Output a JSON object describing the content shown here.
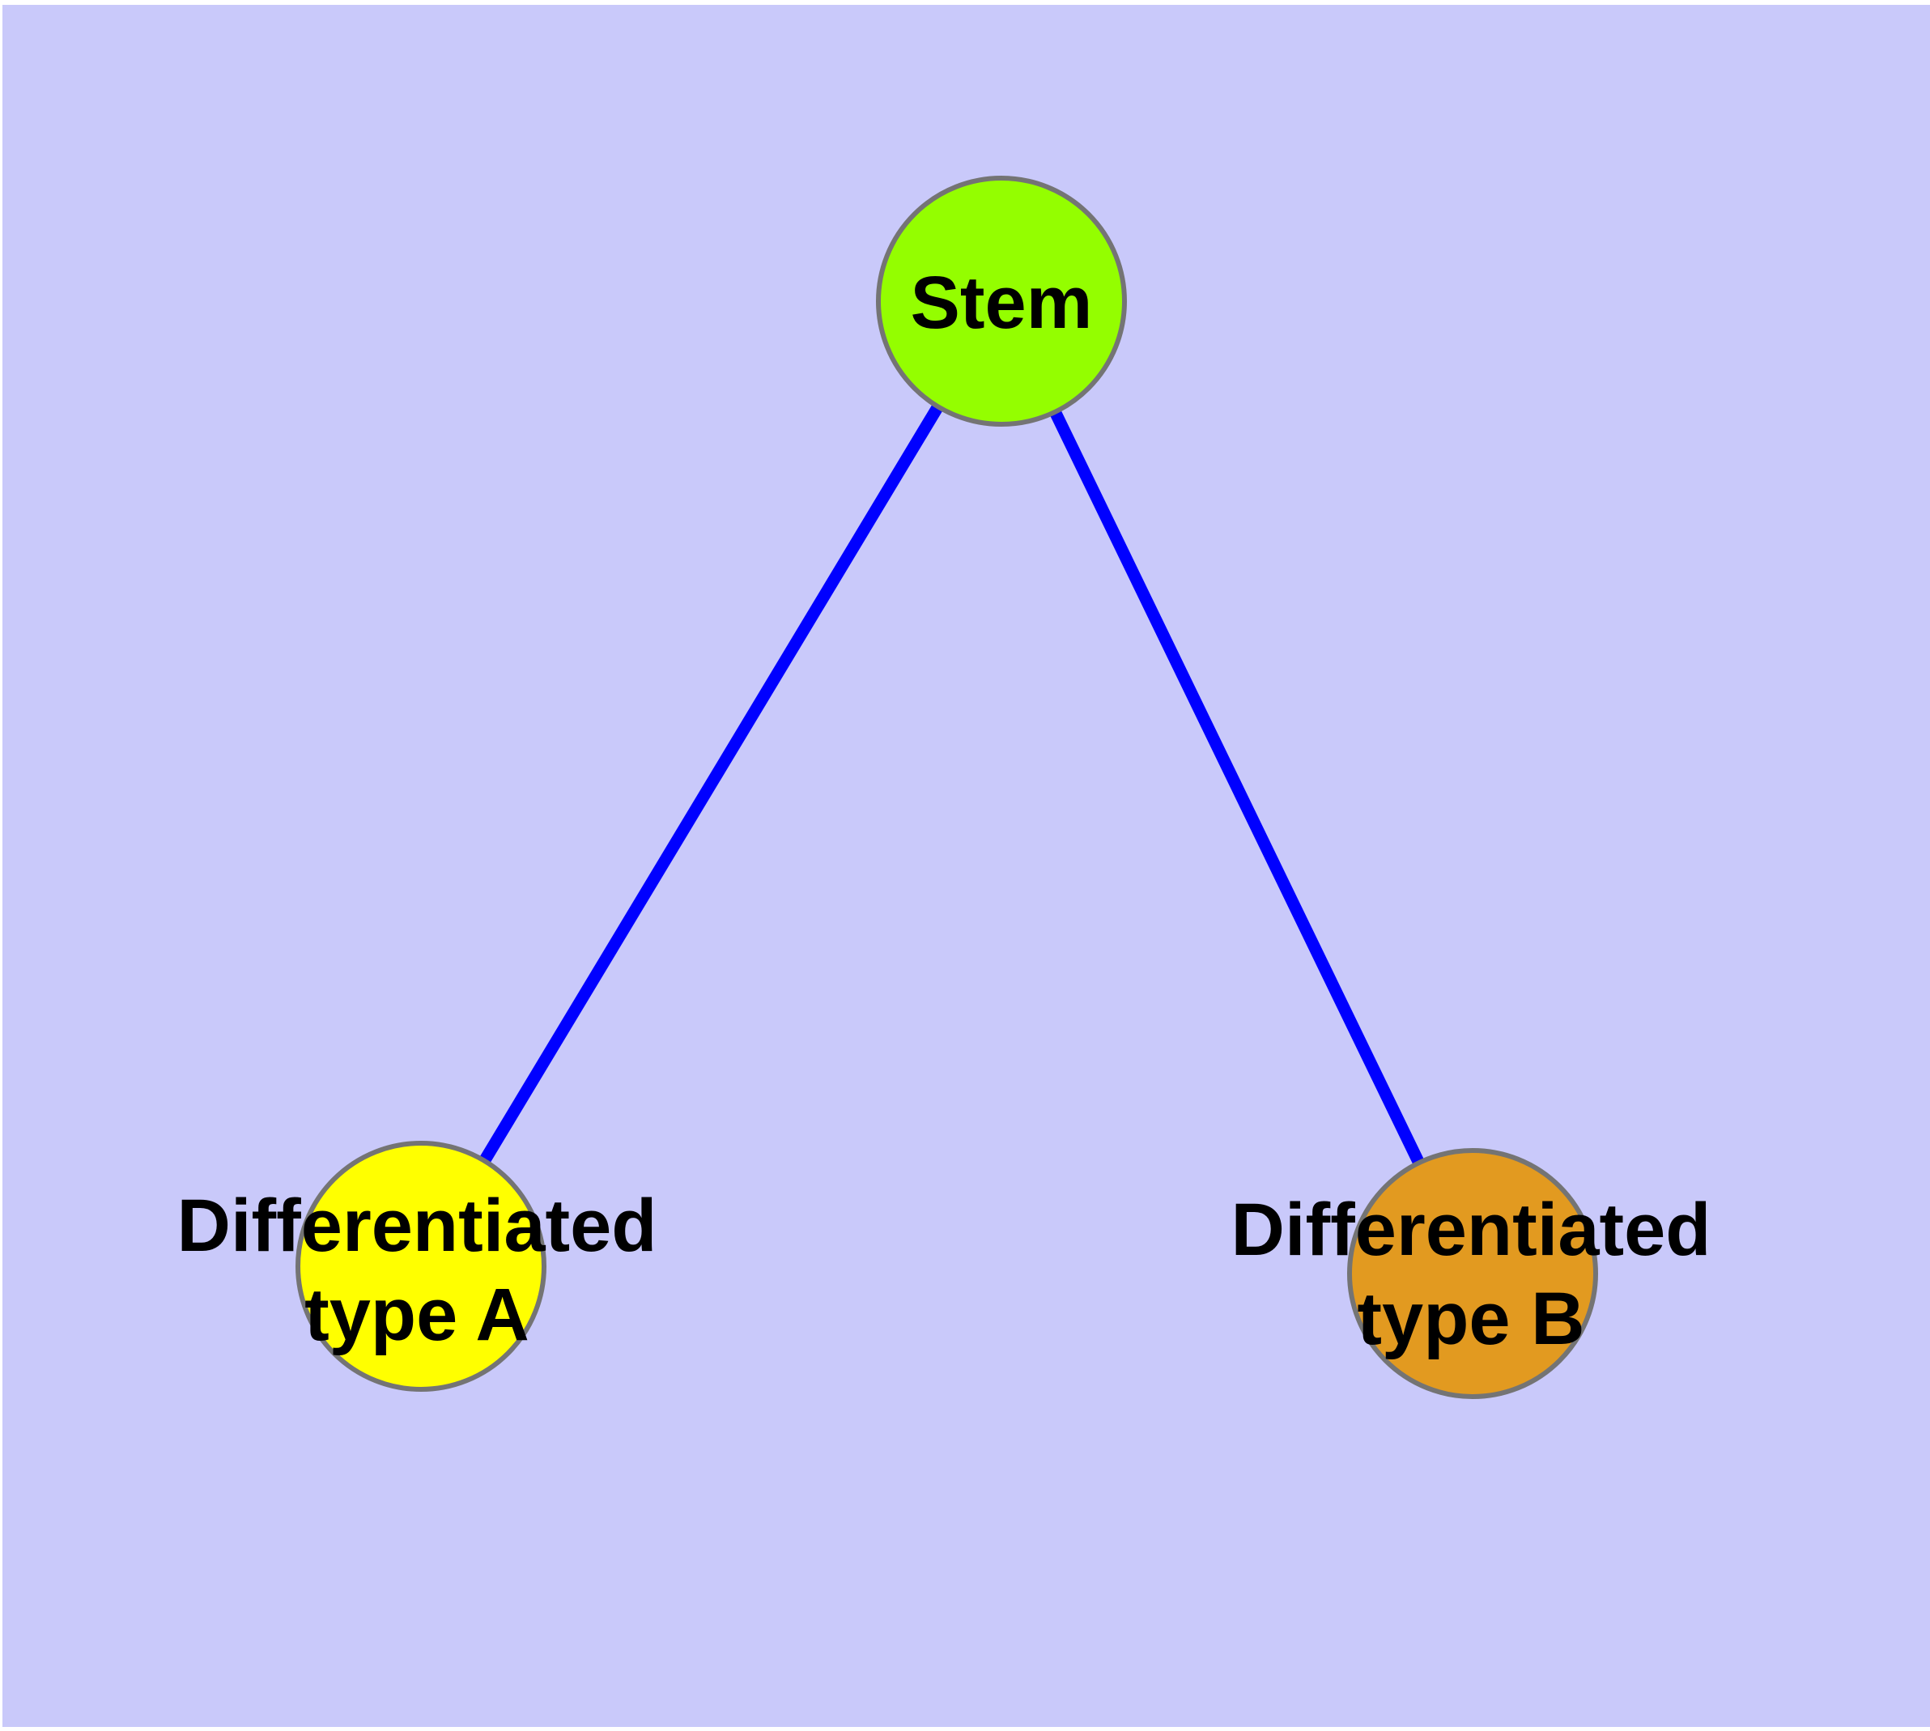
{
  "diagram": {
    "type": "graph",
    "page_background_color": "#FFFFFF",
    "background_color": "#C9C9FA",
    "edge_color": "#0000FF",
    "node_border_color": "#747474",
    "label_color": "#000000",
    "nodes": [
      {
        "id": "stem",
        "label": "Stem",
        "label_lines": [
          "Stem"
        ],
        "color": "#94FE00"
      },
      {
        "id": "differentiated-type-a",
        "label": "Differentiated type A",
        "label_lines": [
          "Differentiated",
          "type A"
        ],
        "color": "#FFFF00"
      },
      {
        "id": "differentiated-type-b",
        "label": "Differentiated type B",
        "label_lines": [
          "Differentiated",
          "type B"
        ],
        "color": "#E29A20"
      }
    ],
    "edges": [
      {
        "source": "stem",
        "target": "differentiated-type-a"
      },
      {
        "source": "stem",
        "target": "differentiated-type-b"
      }
    ]
  }
}
